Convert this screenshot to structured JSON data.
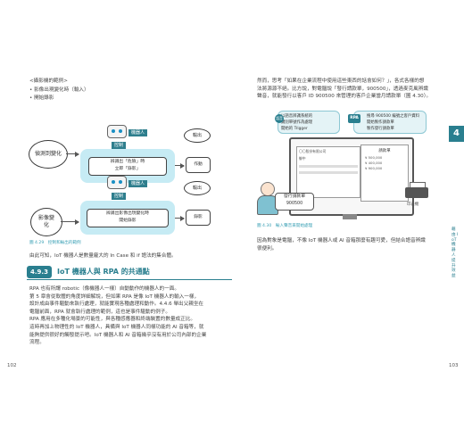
{
  "left_page": {
    "section_heading": "<攝影機的範例>",
    "bullets": [
      "影像出現變化時（輸入）",
      "開始錄影"
    ],
    "diagram": {
      "top_robot_label": "機器人",
      "top_trigger_label": "控制",
      "top_input_bubble": "偵測到變化",
      "top_process_box": [
        "辨識出「危險」時",
        "立即「錄影」"
      ],
      "top_output_box": "作動",
      "top_output_bubble": "輸出",
      "bottom_robot_label": "機器人",
      "bottom_trigger_label": "控制",
      "bottom_input_bubble": "影像變化",
      "bottom_process_box": [
        "辨識出影像出現變化時",
        "開始錄影"
      ],
      "bottom_output_box": "錄影",
      "bottom_output_bubble": "輸出"
    },
    "figure_caption": "圖 4.29　控制和輸出的範例",
    "body_line": "由此可知，IoT 機器人是數量龐大的 In Case 和 if 語法的集合體。",
    "section_number": "4.9.3",
    "section_title": "IoT 機器人與 RPA 的共通點",
    "paragraphs": [
      "RPA 也有所謂 robotic（像機器人一樣）自動動作的機器人的一面。",
      "第 5 章會從軟體的角度詳細解說，但如果 RPA 是像 IoT 機器人的輸入一樣，",
      "設計成由事件驅動來執行處理，就能實現各種處理和動作。4.4.6 舉出父親坐在",
      "電腦前面，RPA 就會執行處理的範例，這也是事件驅動的例子。",
      "RPA 應用在多種化場景的可能性，與各種感應器和終端裝置的數量成正比。",
      "這時再加上物理性的 IoT 機器人，具備與 IoT 機器人同樣功能的 AI 音箱等，就",
      "能夠提供很好的觸發提示吧。IoT 機器人和 AI 音箱幾乎沒有用於公司內部的企業",
      "流程。"
    ],
    "page_number": "102"
  },
  "right_page": {
    "paragraphs_top": [
      "然而，思考「如果在企業流程中使用這些東西的話會如何？」，各式各樣的想",
      "法將源源不絕。比方說，對電腦說「發行請款單，900500」，透過麥克風辨識",
      "聲音，就能發行以客戶 ID 900500 來管理的客戶企業當月請款單（圖 4.30）。"
    ],
    "illustration": {
      "bubble_left": [
        "以語音辨識系統的",
        "識別單號作為處理",
        "開始的 Trigger"
      ],
      "bubble_right": [
        "搜尋 900500 編號之客戶資料",
        "開始製作請款單",
        "製作發行請款單"
      ],
      "monitor_left_icon": "語音",
      "monitor_right_icon": "RPA",
      "form_title": "請款單",
      "form_left_lines": [
        "〇〇股份有限公司",
        "御中"
      ],
      "form_amount": [
        "¥ 500,000",
        "¥ 400,000",
        "¥ 900,000"
      ],
      "speech_text": [
        "發行請款單",
        "900500"
      ],
      "printer_label": "印表機"
    },
    "figure_caption": "圖 4.30　輸入聲音來開始處理",
    "paragraphs_bottom": [
      "因為對象是電腦，不像 IoT 機器人或 AI 音箱那麼有趣可愛，但結合語音辨識",
      "很便利。"
    ],
    "chapter_tab": "4",
    "side_text": "藉由 IoT 機器人提升效益",
    "page_number": "103"
  }
}
